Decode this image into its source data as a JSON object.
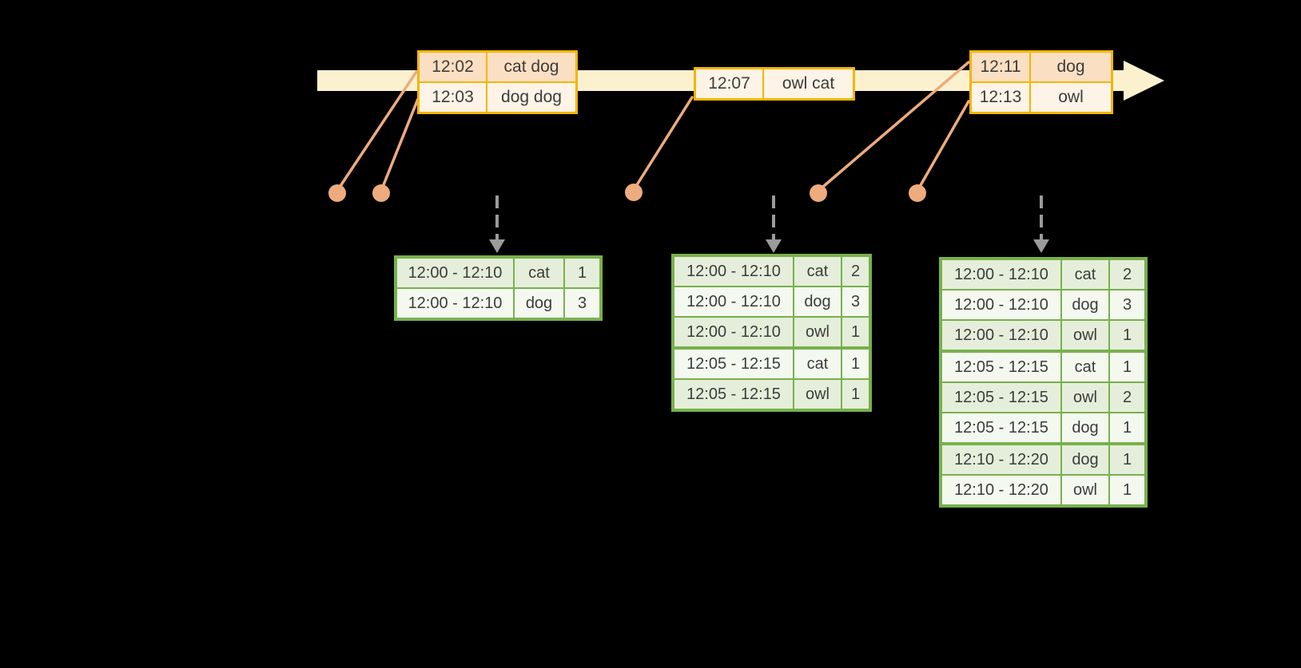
{
  "colors": {
    "background": "#000000",
    "timeline_fill": "#fcf1cf",
    "event_border": "#f2b600",
    "event_row_dark": "#fbdfc2",
    "event_row_light": "#fdf3e6",
    "connector": "#eeab7e",
    "arrow_gray": "#9b9b9b",
    "result_border": "#77b14c",
    "result_row_tint": "#e5eeda",
    "result_row_light": "#f4f9f0",
    "text": "#3c3c3c"
  },
  "event_tables": [
    {
      "rows": [
        {
          "time": "12:02",
          "words": "cat dog",
          "shade": "peach"
        },
        {
          "time": "12:03",
          "words": "dog dog",
          "shade": "cream"
        }
      ]
    },
    {
      "rows": [
        {
          "time": "12:07",
          "words": "owl cat",
          "shade": "cream"
        }
      ]
    },
    {
      "rows": [
        {
          "time": "12:11",
          "words": "dog",
          "shade": "peach"
        },
        {
          "time": "12:13",
          "words": "owl",
          "shade": "cream"
        }
      ]
    }
  ],
  "result_tables": [
    {
      "rows": [
        {
          "window": "12:00 - 12:10",
          "word": "cat",
          "count": "1"
        },
        {
          "window": "12:00 - 12:10",
          "word": "dog",
          "count": "3"
        }
      ]
    },
    {
      "rows": [
        {
          "window": "12:00 - 12:10",
          "word": "cat",
          "count": "2"
        },
        {
          "window": "12:00 - 12:10",
          "word": "dog",
          "count": "3"
        },
        {
          "window": "12:00 - 12:10",
          "word": "owl",
          "count": "1"
        },
        {
          "window": "12:05 - 12:15",
          "word": "cat",
          "count": "1"
        },
        {
          "window": "12:05 - 12:15",
          "word": "owl",
          "count": "1"
        }
      ]
    },
    {
      "rows": [
        {
          "window": "12:00 - 12:10",
          "word": "cat",
          "count": "2"
        },
        {
          "window": "12:00 - 12:10",
          "word": "dog",
          "count": "3"
        },
        {
          "window": "12:00 - 12:10",
          "word": "owl",
          "count": "1"
        },
        {
          "window": "12:05 - 12:15",
          "word": "cat",
          "count": "1"
        },
        {
          "window": "12:05 - 12:15",
          "word": "owl",
          "count": "2"
        },
        {
          "window": "12:05 - 12:15",
          "word": "dog",
          "count": "1"
        },
        {
          "window": "12:10 - 12:20",
          "word": "dog",
          "count": "1"
        },
        {
          "window": "12:10 - 12:20",
          "word": "owl",
          "count": "1"
        }
      ]
    }
  ]
}
